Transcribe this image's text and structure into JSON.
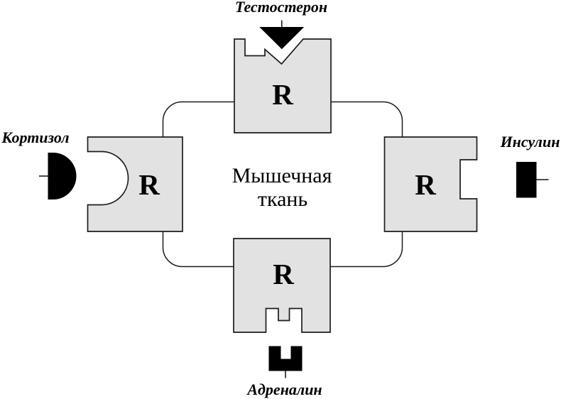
{
  "diagram": {
    "tissue": {
      "line1": "Мышечная",
      "line2": "ткань"
    },
    "receptor_letter": "R",
    "hormones": {
      "testosterone": {
        "label": "Тестостерон"
      },
      "cortisol": {
        "label": "Кортизол"
      },
      "insulin": {
        "label": "Инсулин"
      },
      "adrenaline": {
        "label": "Адреналин"
      }
    },
    "colors": {
      "receptor_fill": "#e2e2e2",
      "outline": "#1c1c1c",
      "ligand_fill": "#000000",
      "background": "#ffffff"
    }
  }
}
